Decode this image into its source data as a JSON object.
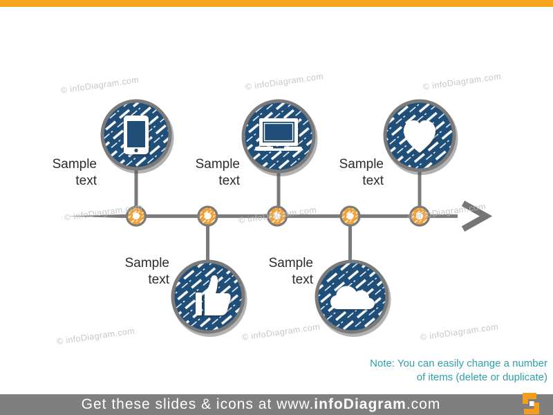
{
  "slide": {
    "watermark_text": "© infoDiagram.com",
    "note": {
      "line1": "Note: You can easily change a number",
      "line2": "of items (delete or duplicate)"
    },
    "footer": {
      "prefix": "Get these slides & icons at www.",
      "brand": "infoDiagram",
      "suffix": ".com"
    },
    "colors": {
      "accent_orange": "#F5A228",
      "circle_navy": "#1F4E79",
      "line_gray": "#7B7B7B",
      "note_teal": "#2E9FA8",
      "footer_bar_gray": "#7F7F7F",
      "watermark_gray": "#BDBDBD"
    },
    "timeline": {
      "direction": "left-to-right",
      "items": [
        {
          "icon": "smartphone-icon",
          "label": "Sample text",
          "position": "above"
        },
        {
          "icon": "thumbs-up-icon",
          "label": "Sample text",
          "position": "below"
        },
        {
          "icon": "laptop-icon",
          "label": "Sample text",
          "position": "above"
        },
        {
          "icon": "cloud-icon",
          "label": "Sample text",
          "position": "below"
        },
        {
          "icon": "heart-icon",
          "label": "Sample text",
          "position": "above"
        }
      ]
    }
  }
}
